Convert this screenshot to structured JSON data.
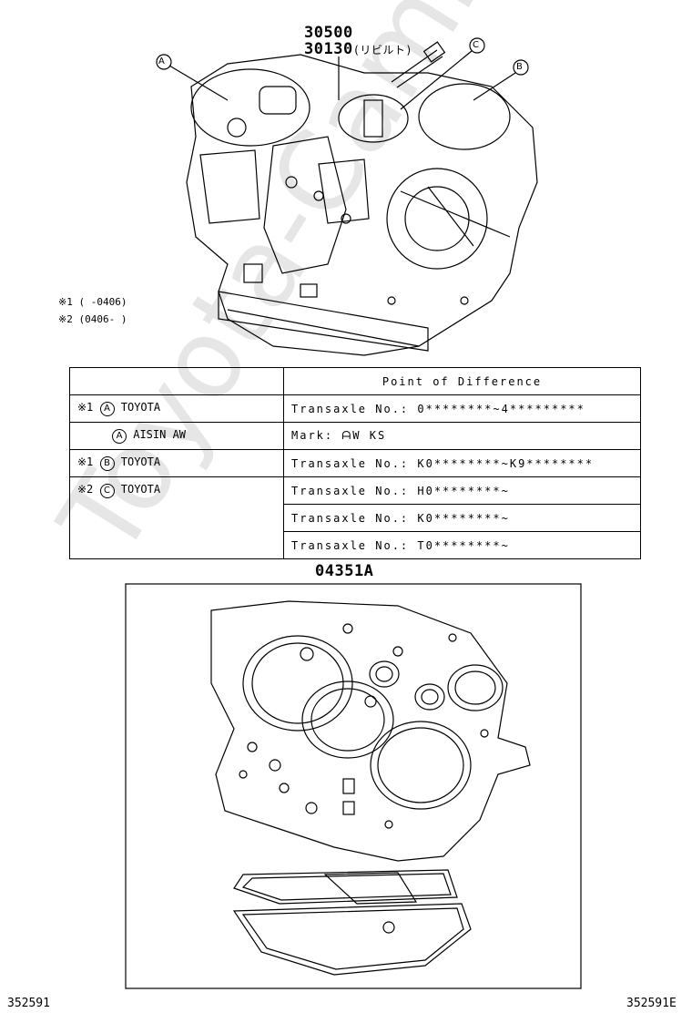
{
  "watermark": "Toyota-Camry.ru",
  "top_parts": {
    "line1": "30500",
    "line2": "30130",
    "line2_note": "(リビルト)"
  },
  "callouts": {
    "a": "A",
    "b": "B",
    "c": "C"
  },
  "notes": {
    "n1": "※1 (    -0406)",
    "n2": "※2 (0406-    )"
  },
  "table": {
    "header": "Point  of  Difference",
    "rows": [
      {
        "note": "※1",
        "circle": "A",
        "maker": "TOYOTA",
        "value": "Transaxle No.: 0********~4*********"
      },
      {
        "note": "",
        "circle": "A",
        "maker": "AISIN AW",
        "value": "Mark: ᗩW KS"
      },
      {
        "note": "※1",
        "circle": "B",
        "maker": "TOYOTA",
        "value": "Transaxle No.: K0********~K9********"
      },
      {
        "note": "※2",
        "circle": "C",
        "maker": "TOYOTA",
        "value": "Transaxle No.: H0********~"
      },
      {
        "value": "Transaxle No.: K0********~"
      },
      {
        "value": "Transaxle No.: T0********~"
      }
    ]
  },
  "gasket_kit": {
    "part": "04351A"
  },
  "footer": {
    "left": "352591",
    "right": "352591E"
  }
}
